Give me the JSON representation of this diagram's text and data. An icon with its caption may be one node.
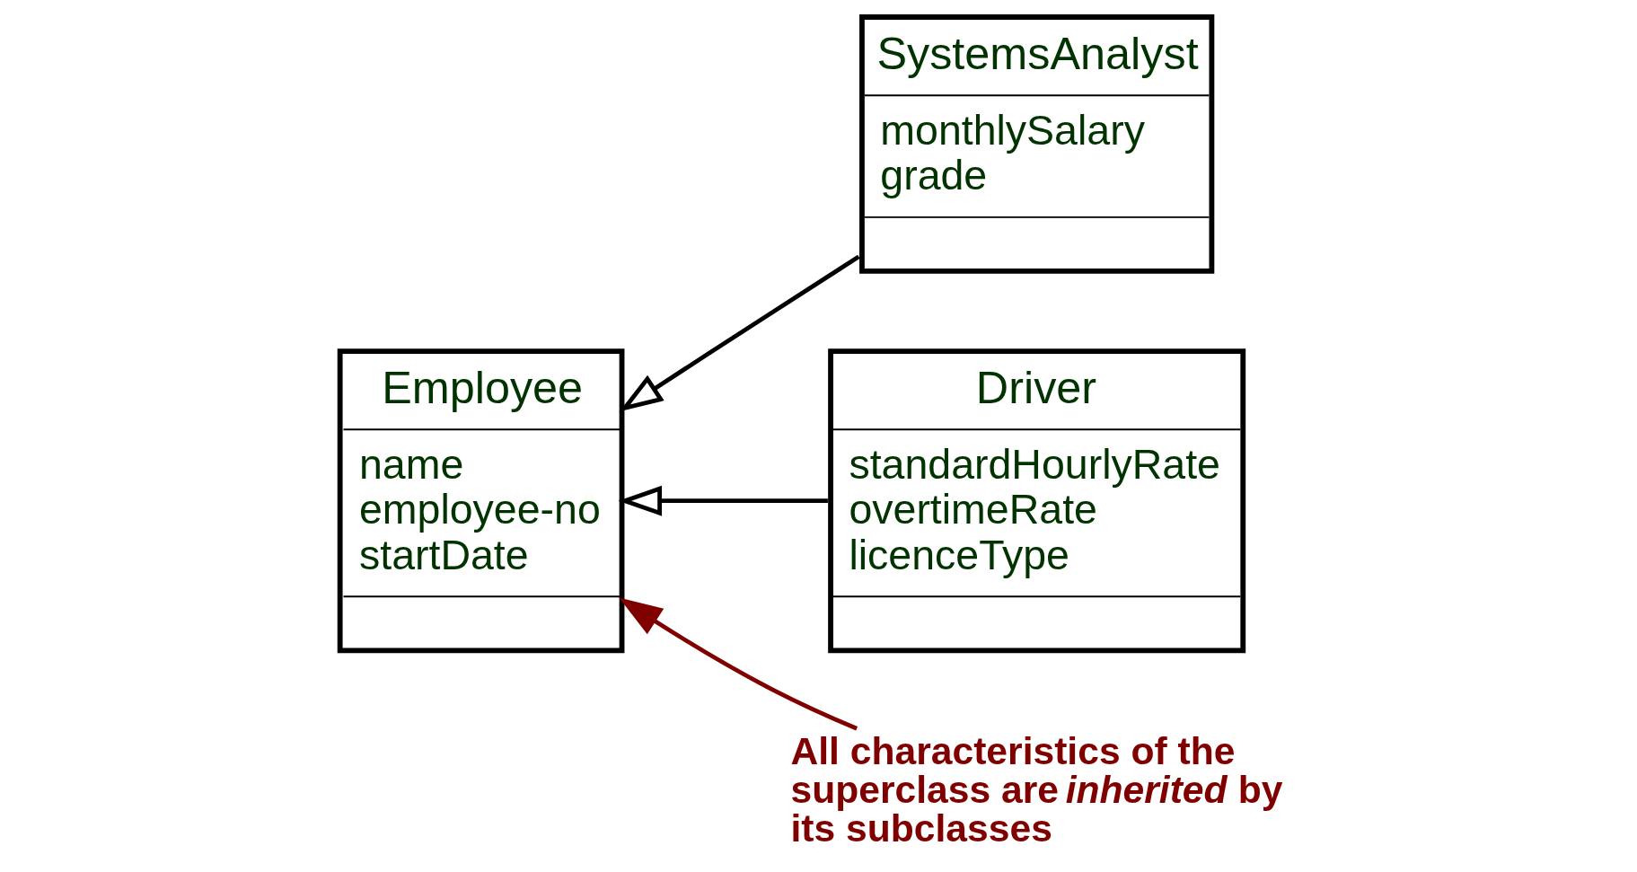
{
  "diagram": {
    "nodes": [
      {
        "text": [
          "Employee",
          "name",
          "employee-no",
          "startDate"
        ]
      },
      {
        "text": [
          "SystemsAnalyst",
          "monthlySalary",
          "grade"
        ]
      },
      {
        "text": [
          "Driver",
          "standardHourlyRate",
          "overtimeRate",
          "licenceType"
        ]
      },
      {
        "text": [
          "All characteristics of the superclass are *inherited* by its subclasses"
        ]
      }
    ],
    "edges": [
      {
        "from": 1,
        "to": 0,
        "arrow": "to"
      },
      {
        "from": 2,
        "to": 0,
        "arrow": "to"
      },
      {
        "from": 3,
        "to": 0,
        "arrow": "to",
        "color": "#800000"
      }
    ]
  }
}
